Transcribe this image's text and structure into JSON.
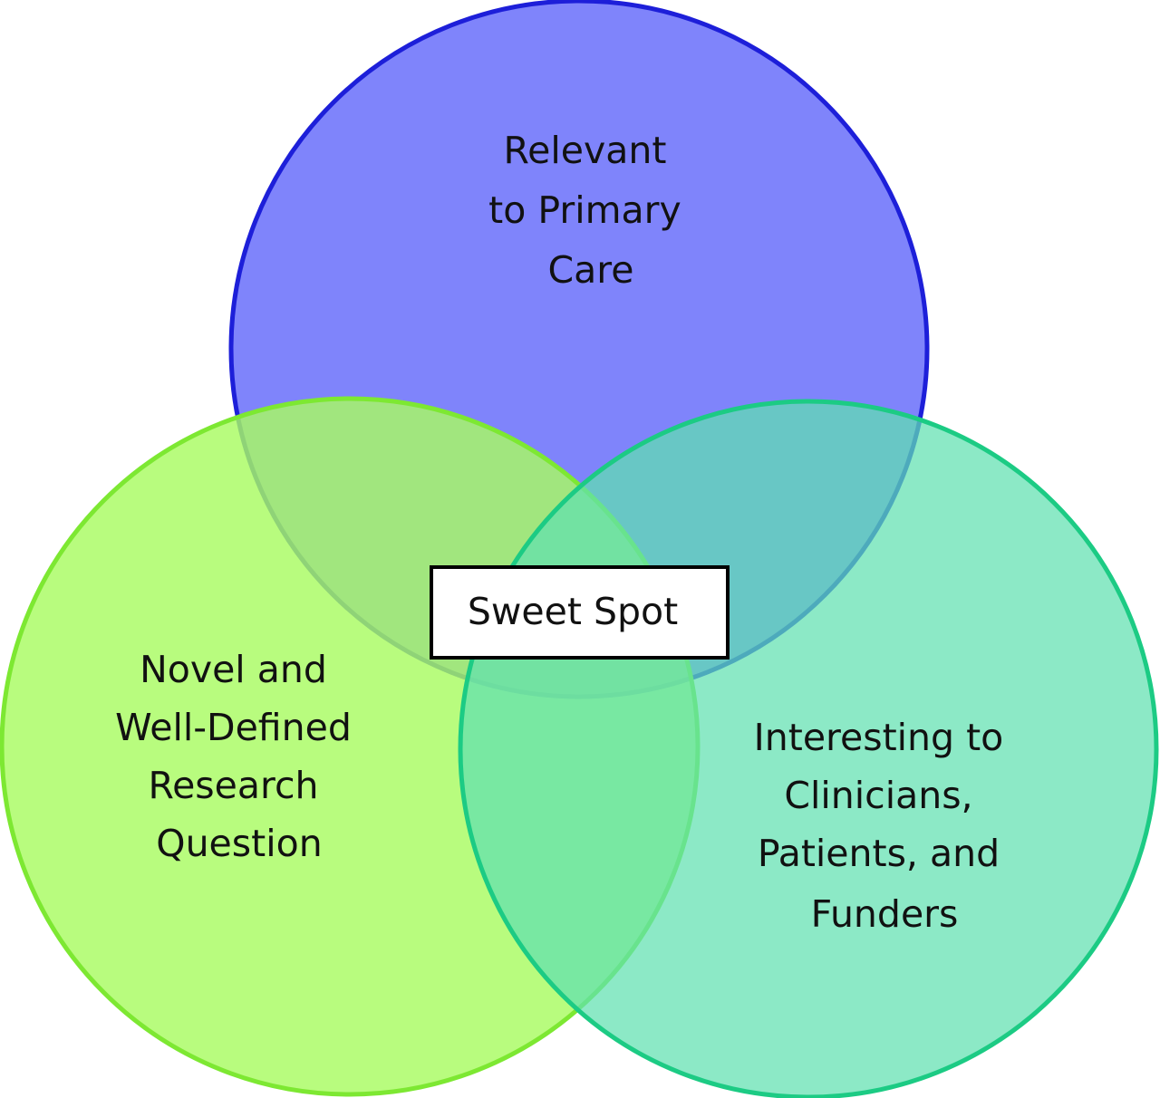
{
  "diagram": {
    "type": "venn-3",
    "sets": [
      {
        "id": "primary-care",
        "label_lines": [
          "Relevant",
          "to Primary",
          "Care"
        ],
        "fill": "#7b80fb",
        "stroke": "#1d1fd9"
      },
      {
        "id": "research-question",
        "label_lines": [
          "Novel and",
          "Well-Defined",
          "Research",
          "Question"
        ],
        "fill": "#a8fb62",
        "stroke": "#7de832"
      },
      {
        "id": "interesting",
        "label_lines": [
          "Interesting to",
          "Clinicians,",
          "Patients, and",
          "Funders"
        ],
        "fill": "#76e3bb",
        "stroke": "#1ccb84"
      }
    ],
    "intersection_label": "Sweet Spot"
  }
}
